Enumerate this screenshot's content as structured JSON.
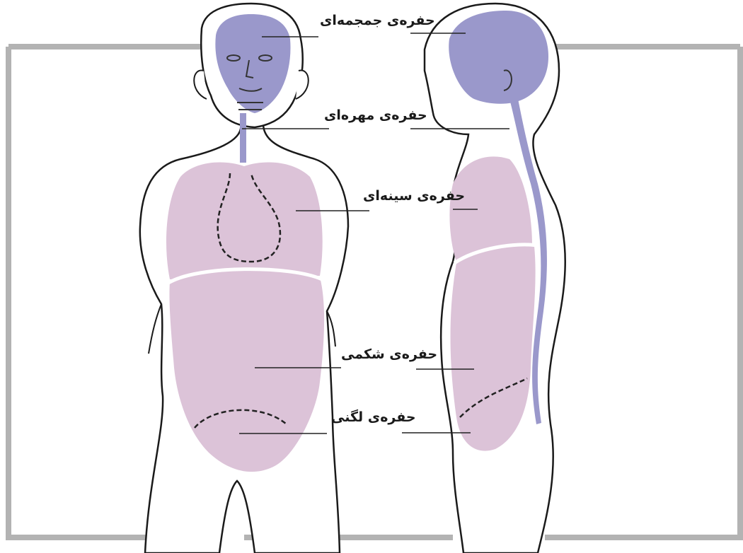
{
  "labels": {
    "cranial": "حفره‌ی جمجمه‌ای",
    "vertebral": "حفره‌ی مهره‌ای",
    "thoracic": "حفره‌ی سینه‌ای",
    "abdominal": "حفره‌ی شکمی",
    "pelvic": "حفره‌ی لگنی"
  },
  "colors": {
    "frame": "#b3b3b3",
    "outline": "#1a1a1a",
    "dorsal_cavity": "#9a98cb",
    "ventral_cavity": "#dcc3d8",
    "divider": "#ffffff",
    "leader_line": "#222222"
  }
}
